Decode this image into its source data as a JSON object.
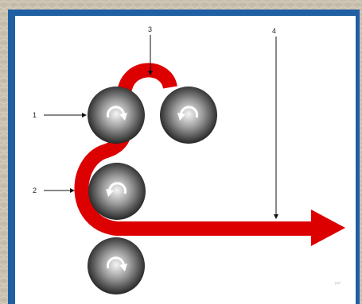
{
  "diagram": {
    "callouts": [
      {
        "id": "1",
        "label": "1"
      },
      {
        "id": "2",
        "label": "2"
      },
      {
        "id": "3",
        "label": "3"
      },
      {
        "id": "4",
        "label": "4"
      }
    ],
    "watermark": "ppt",
    "colors": {
      "strip": "#dd0000",
      "frame": "#1f5fa3",
      "panel": "#ffffff",
      "roll_dark": "#1a1a1a",
      "roll_light": "#f5f5f5",
      "background": "#c9bfae"
    },
    "rolls": [
      {
        "name": "roll-top-left",
        "rotation": "clockwise"
      },
      {
        "name": "roll-top-right",
        "rotation": "counterclockwise"
      },
      {
        "name": "roll-middle",
        "rotation": "counterclockwise"
      },
      {
        "name": "roll-bottom",
        "rotation": "clockwise"
      }
    ]
  }
}
